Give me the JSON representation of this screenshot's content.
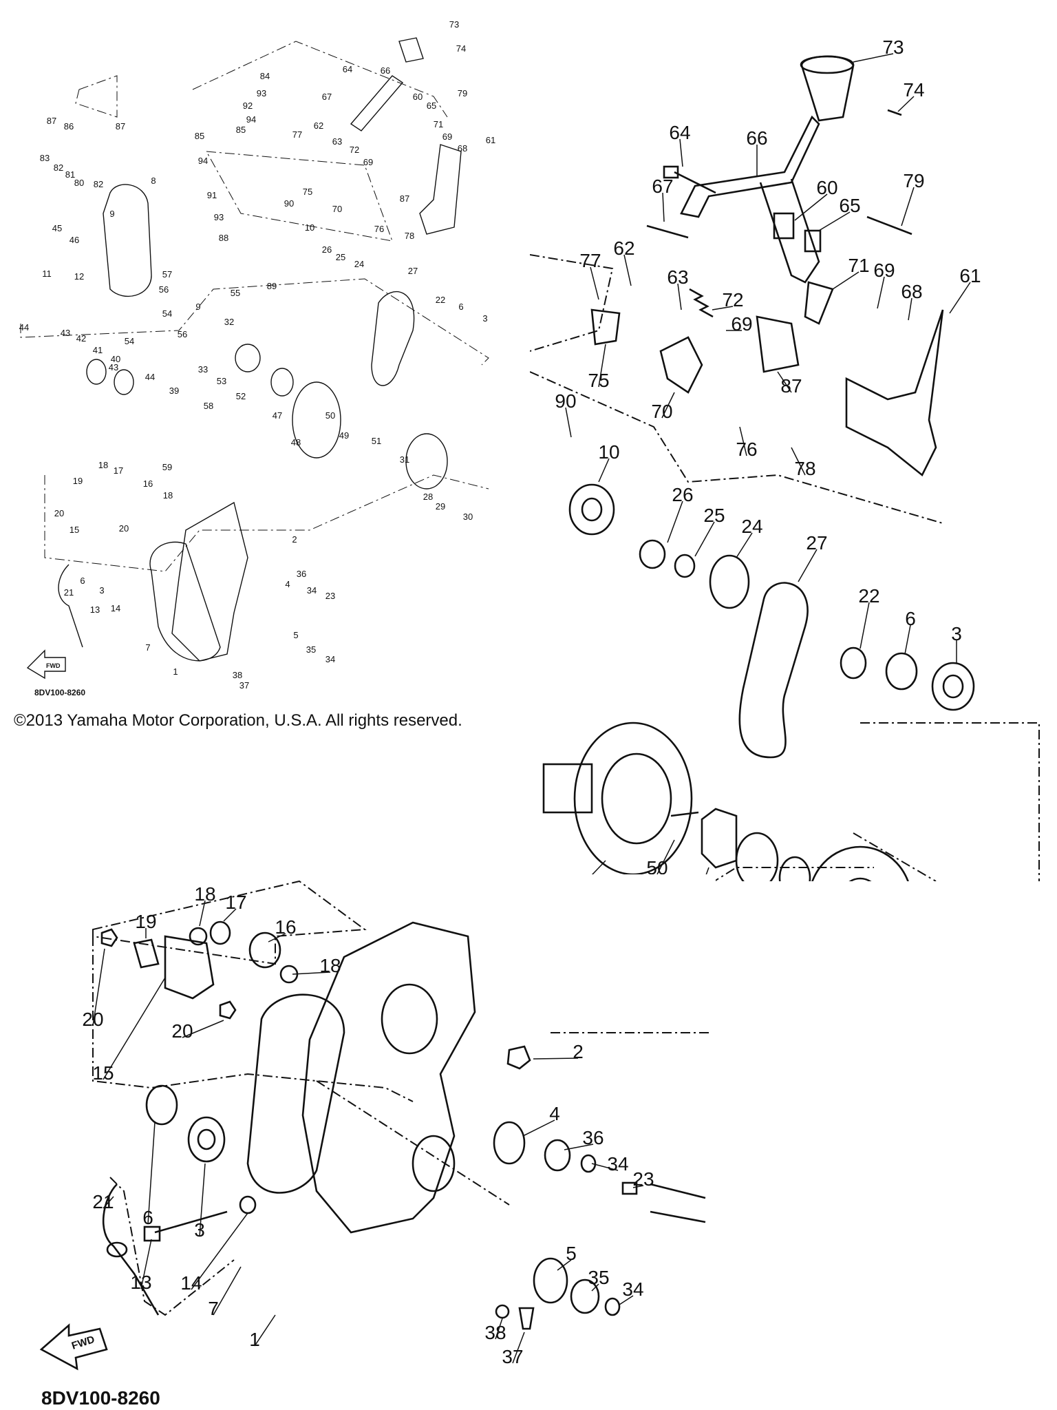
{
  "copyright": "©2013 Yamaha Motor Corporation, U.S.A. All rights reserved.",
  "diagram_code": "8DV100-8260",
  "fwd_label": "FWD",
  "parts": [
    {
      "num": "1"
    },
    {
      "num": "2"
    },
    {
      "num": "3"
    },
    {
      "num": "4"
    },
    {
      "num": "5"
    },
    {
      "num": "6"
    },
    {
      "num": "7"
    },
    {
      "num": "8"
    },
    {
      "num": "9"
    },
    {
      "num": "10"
    },
    {
      "num": "11"
    },
    {
      "num": "12"
    },
    {
      "num": "13"
    },
    {
      "num": "14"
    },
    {
      "num": "15"
    },
    {
      "num": "16"
    },
    {
      "num": "17"
    },
    {
      "num": "18"
    },
    {
      "num": "19"
    },
    {
      "num": "20"
    },
    {
      "num": "21"
    },
    {
      "num": "22"
    },
    {
      "num": "23"
    },
    {
      "num": "24"
    },
    {
      "num": "25"
    },
    {
      "num": "26"
    },
    {
      "num": "27"
    },
    {
      "num": "28"
    },
    {
      "num": "29"
    },
    {
      "num": "30"
    },
    {
      "num": "31"
    },
    {
      "num": "32"
    },
    {
      "num": "33"
    },
    {
      "num": "34"
    },
    {
      "num": "35"
    },
    {
      "num": "36"
    },
    {
      "num": "37"
    },
    {
      "num": "38"
    },
    {
      "num": "39"
    },
    {
      "num": "40"
    },
    {
      "num": "41"
    },
    {
      "num": "42"
    },
    {
      "num": "43"
    },
    {
      "num": "44"
    },
    {
      "num": "45"
    },
    {
      "num": "46"
    },
    {
      "num": "47"
    },
    {
      "num": "48"
    },
    {
      "num": "49"
    },
    {
      "num": "50"
    },
    {
      "num": "51"
    },
    {
      "num": "52"
    },
    {
      "num": "53"
    },
    {
      "num": "54"
    },
    {
      "num": "55"
    },
    {
      "num": "56"
    },
    {
      "num": "57"
    },
    {
      "num": "58"
    },
    {
      "num": "59"
    },
    {
      "num": "60"
    },
    {
      "num": "61"
    },
    {
      "num": "62"
    },
    {
      "num": "63"
    },
    {
      "num": "64"
    },
    {
      "num": "65"
    },
    {
      "num": "66"
    },
    {
      "num": "67"
    },
    {
      "num": "68"
    },
    {
      "num": "69"
    },
    {
      "num": "70"
    },
    {
      "num": "71"
    },
    {
      "num": "72"
    },
    {
      "num": "73"
    },
    {
      "num": "74"
    },
    {
      "num": "75"
    },
    {
      "num": "76"
    },
    {
      "num": "77"
    },
    {
      "num": "78"
    },
    {
      "num": "79"
    },
    {
      "num": "80"
    },
    {
      "num": "81"
    },
    {
      "num": "82"
    },
    {
      "num": "83"
    },
    {
      "num": "84"
    },
    {
      "num": "85"
    },
    {
      "num": "86"
    },
    {
      "num": "87"
    },
    {
      "num": "88"
    },
    {
      "num": "89"
    },
    {
      "num": "90"
    },
    {
      "num": "91"
    },
    {
      "num": "92"
    },
    {
      "num": "93"
    },
    {
      "num": "94"
    }
  ]
}
